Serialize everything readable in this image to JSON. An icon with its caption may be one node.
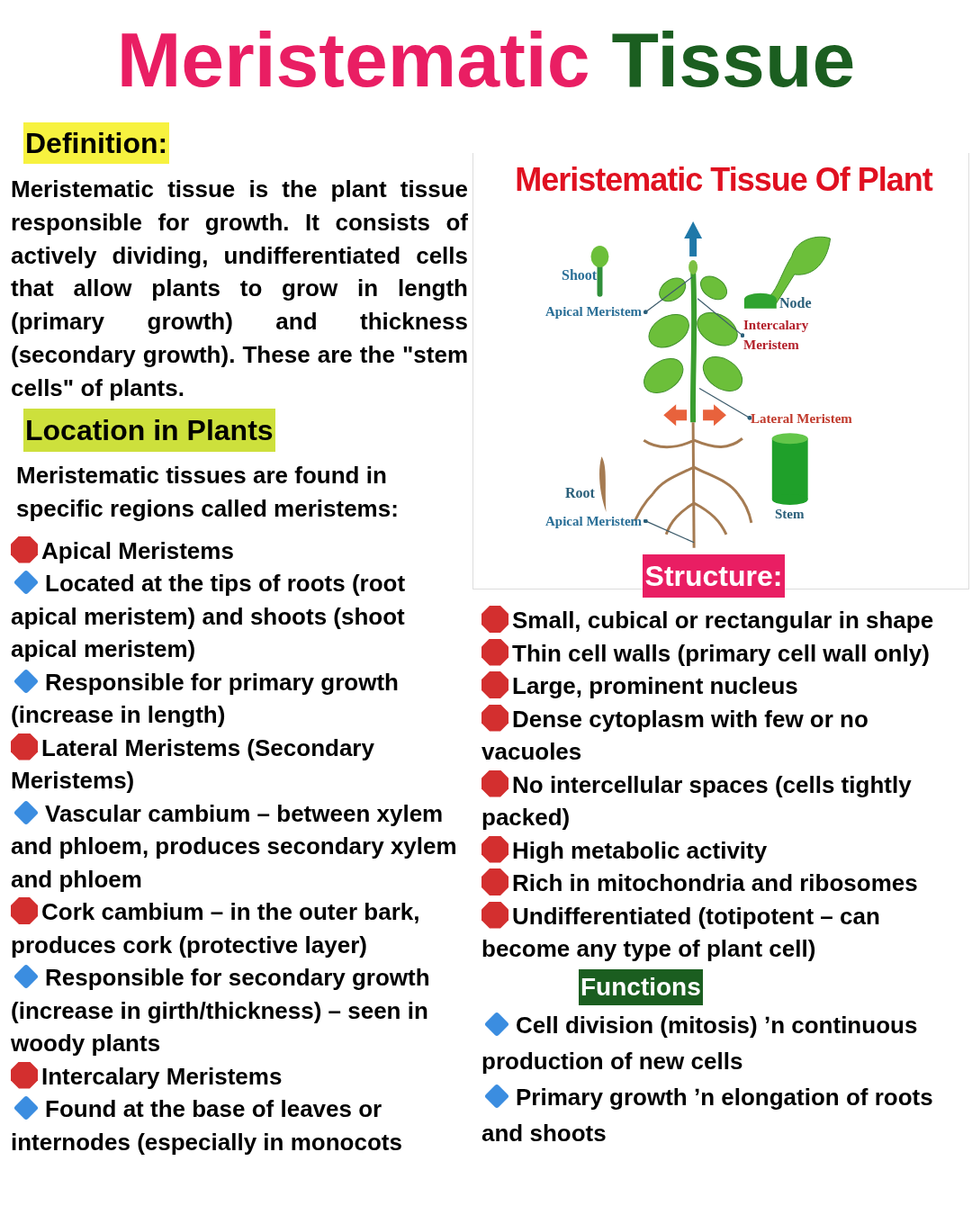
{
  "diagram": {
    "title": "Meristematic Tissue",
    "nodes": [
      {
        "text": [
          "Apical Meristem"
        ]
      },
      {
        "text": [
          "Intercalary Meristem"
        ]
      },
      {
        "text": [
          "Lateral Meristem"
        ]
      },
      {
        "text": [
          "Apical Meristem"
        ]
      }
    ],
    "edges": [
      {
        "from": 0,
        "to": null,
        "arrow": "other"
      },
      {
        "from": 1,
        "to": null,
        "arrow": "other"
      },
      {
        "from": 2,
        "to": null,
        "arrow": "other"
      },
      {
        "from": 3,
        "to": null,
        "arrow": "other"
      }
    ],
    "labels": [
      "Definition:",
      "Meristematic tissue is the plant tissue responsible for growth. It consists of actively dividing, undifferentiated cells that allow plants to grow in length (primary growth) and thickness (secondary growth). These are the \"stem cells\" of plants.",
      "Location in Plants",
      "Meristematic tissues are found in specific regions called meristems:",
      "Apical Meristems",
      "Located at the tips of roots (root apical meristem) and shoots (shoot apical meristem)",
      "Responsible for primary growth (increase in length)",
      "Lateral Meristems (Secondary Meristems)",
      "Vascular cambium – between xylem and phloem, produces secondary xylem and phloem",
      "Cork cambium – in the outer bark, produces cork (protective layer)",
      "Responsible for secondary growth (increase in girth/thickness) – seen in woody plants",
      "Intercalary Meristems",
      "Found at the base of leaves or internodes (especially in monocots",
      "Meristematic Tissue Of Plant",
      "Shoot",
      "Node",
      "Root",
      "Stem",
      "Structure:",
      "Small, cubical or rectangular in shape",
      "Thin cell walls (primary cell wall only)",
      "Large, prominent nucleus",
      "Dense cytoplasm with few or no vacuoles",
      "No intercellular spaces (cells tightly packed)",
      "High metabolic activity",
      "Rich in mitochondria and ribosomes",
      "Undifferentiated (totipotent – can become any type of plant cell)",
      "Functions",
      "Cell division (mitosis) ʼn continuous production of new cells",
      "Primary growth ʼn elongation of roots and shoots"
    ]
  }
}
